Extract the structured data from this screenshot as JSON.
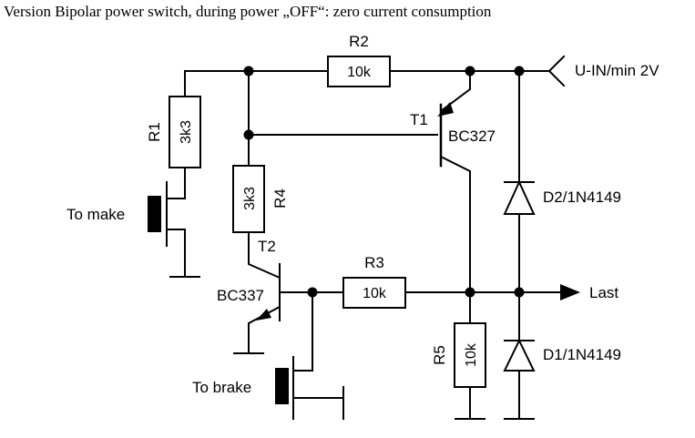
{
  "caption": "Version Bipolar power switch, during power „OFF“: zero current consumption",
  "components": {
    "r1": {
      "ref": "R1",
      "value": "3k3"
    },
    "r2": {
      "ref": "R2",
      "value": "10k"
    },
    "r3": {
      "ref": "R3",
      "value": "10k"
    },
    "r4": {
      "ref": "R4",
      "value": "3k3"
    },
    "r5": {
      "ref": "R5",
      "value": "10k"
    },
    "t1": {
      "ref": "T1",
      "part": "BC327"
    },
    "t2": {
      "ref": "T2",
      "part": "BC337"
    },
    "d1": {
      "label": "D1/1N4149"
    },
    "d2": {
      "label": "D2/1N4149"
    }
  },
  "terminals": {
    "input": "U-IN/min 2V",
    "output": "Last",
    "make_button": "To make",
    "brake_button": "To brake"
  }
}
